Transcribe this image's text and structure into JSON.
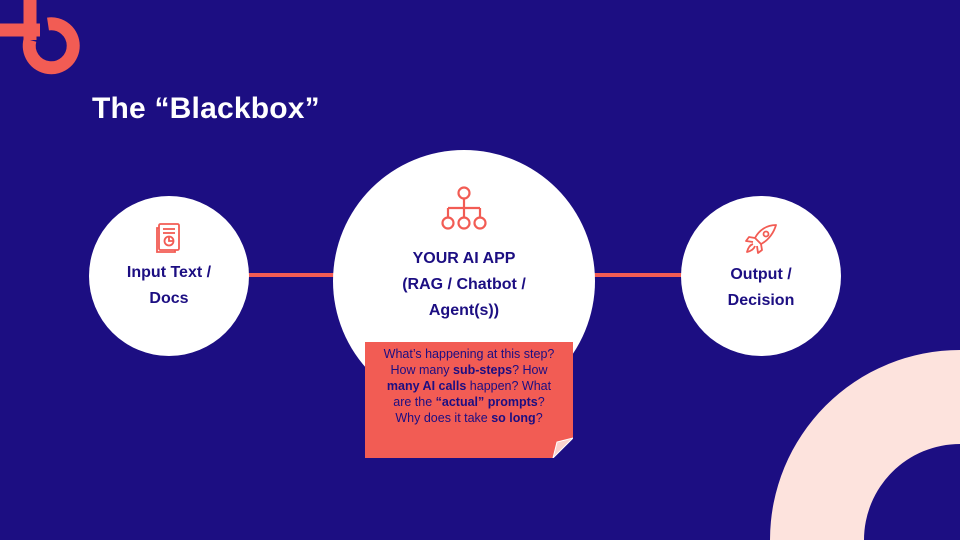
{
  "slide": {
    "title": "The “Blackbox”"
  },
  "colors": {
    "background": "#1c0e82",
    "accent": "#f25c54",
    "circle": "#ffffff",
    "decoration": "#fde3dd"
  },
  "nodes": {
    "input": {
      "icon": "document-icon",
      "line1": "Input Text /",
      "line2": "Docs"
    },
    "app": {
      "icon": "hierarchy-icon",
      "line1": "YOUR AI APP",
      "line2": "(RAG / Chatbot /",
      "line3": "Agent(s))"
    },
    "output": {
      "icon": "rocket-icon",
      "line1": "Output /",
      "line2": "Decision"
    }
  },
  "note": {
    "l1": "What’s happening at this step?",
    "l2a": "How many ",
    "l2b": "sub-steps",
    "l2c": "? How",
    "l3a": "many AI calls",
    "l3b": " happen? What",
    "l4a": "are the ",
    "l4b": "“actual” prompts",
    "l4c": "?",
    "l5a": "Why does it take ",
    "l5b": "so long",
    "l5c": "?"
  }
}
